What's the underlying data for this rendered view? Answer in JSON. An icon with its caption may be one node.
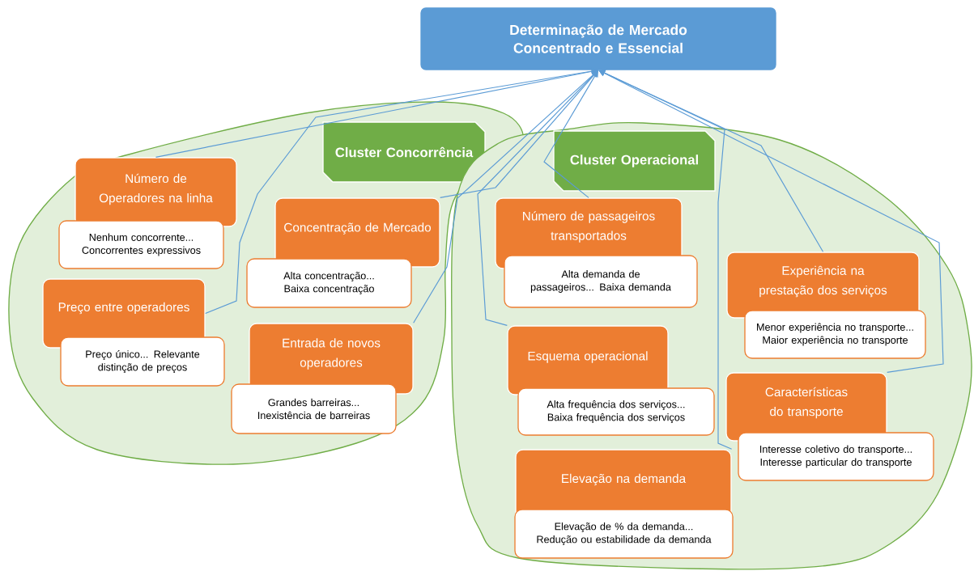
{
  "diagram": {
    "nodes": [
      {
        "text": [
          "Determinação de Mercado Concentrado e Essencial"
        ]
      },
      {
        "text": [
          "Cluster Concorrência"
        ]
      },
      {
        "text": [
          "Número de Operadores na linha",
          "Nenhum concorrente... Concorrentes expressivos"
        ],
        "in": 1
      },
      {
        "text": [
          "Preço entre operadores",
          "Preço único... Relevante distinção de preços"
        ],
        "in": 1
      },
      {
        "text": [
          "Concentração de Mercado",
          "Alta concentração... Baixa concentração"
        ],
        "in": 1
      },
      {
        "text": [
          "Entrada de novos operadores",
          "Grandes barreiras... Inexistência de barreiras"
        ],
        "in": 1
      },
      {
        "text": [
          "Cluster Operacional"
        ]
      },
      {
        "text": [
          "Número de passageiros transportados",
          "Alta demanda de passageiros... Baixa demanda"
        ],
        "in": 6
      },
      {
        "text": [
          "Esquema operacional",
          "Alta frequência dos serviços... Baixa frequência dos serviços"
        ],
        "in": 6
      },
      {
        "text": [
          "Elevação na demanda",
          "Elevação de % da demanda... Redução ou estabilidade da demanda"
        ],
        "in": 6
      },
      {
        "text": [
          "Experiência na prestação dos serviços",
          "Menor experiência no transporte... Maior experiência no transporte"
        ],
        "in": 6
      },
      {
        "text": [
          "Características do transporte",
          "Interesse coletivo do transporte... Interesse particular do transporte"
        ],
        "in": 6
      }
    ],
    "edges": [
      {
        "from": 2,
        "to": 0,
        "arrow": "to"
      },
      {
        "from": 3,
        "to": 0,
        "arrow": "to"
      },
      {
        "from": 4,
        "to": 0,
        "arrow": "to"
      },
      {
        "from": 5,
        "to": 0,
        "arrow": "to"
      },
      {
        "from": 7,
        "to": 0,
        "arrow": "to"
      },
      {
        "from": 8,
        "to": 0,
        "arrow": "to"
      },
      {
        "from": 9,
        "to": 0,
        "arrow": "to"
      },
      {
        "from": 10,
        "to": 0,
        "arrow": "to"
      },
      {
        "from": 11,
        "to": 0,
        "arrow": "to"
      }
    ]
  }
}
